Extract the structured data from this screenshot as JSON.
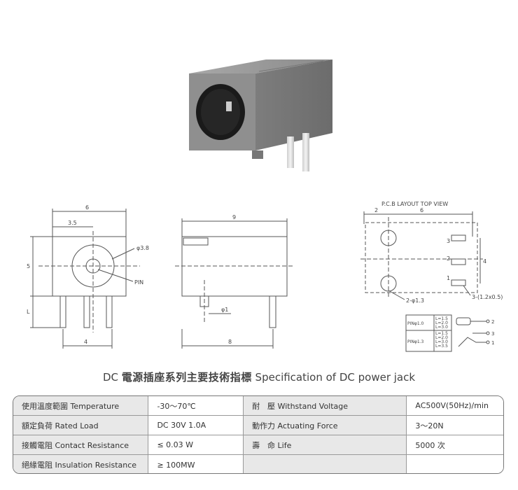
{
  "title": {
    "prefix": "DC",
    "chinese": "電源插座系列主要技術指標",
    "english": "Specification of DC power jack"
  },
  "drawing": {
    "front_view": {
      "dim_width": "6",
      "dim_offset": "3.5",
      "dim_height": "5",
      "dim_pin_length": "L",
      "dim_pin_span": "4",
      "hole_label": "φ3.8",
      "pin_label": "PIN"
    },
    "side_view": {
      "dim_length": "9",
      "dim_pin_dia": "φ1",
      "dim_bottom": "8"
    },
    "pcb": {
      "header": "P.C.B LAYOUT    TOP VIEW",
      "dim_left": "2",
      "dim_right": "6",
      "dim_height": "4",
      "holes_label": "2-φ1.3",
      "slots_label": "3-(1.2x0.5)",
      "pin_numbers": [
        "3",
        "2",
        "1"
      ]
    },
    "options": {
      "pin_a": "PINφ1.0",
      "pin_a_lengths": [
        "L=1.5",
        "L=2.0",
        "L=3.0"
      ],
      "pin_b": "PINφ1.3",
      "pin_b_lengths": [
        "L=1.5",
        "L=2.0",
        "L=3.0",
        "L=3.5"
      ],
      "terminals": [
        "2",
        "3",
        "1"
      ]
    }
  },
  "specs": [
    {
      "name": "使用溫度範圍 Temperature",
      "value": "-30～70℃",
      "name2": "耐　壓  Withstand Voltage",
      "value2": "AC500V(50Hz)/min"
    },
    {
      "name": "額定負荷  Rated Load",
      "value": "DC  30V  1.0A",
      "name2": "動作力  Actuating Force",
      "value2": "3～20N"
    },
    {
      "name": "接觸電阻  Contact Resistance",
      "value": "≤ 0.03 W",
      "name2": "壽　命  Life",
      "value2": "5000 次"
    },
    {
      "name": "絕緣電阻  Insulation Resistance",
      "value": "≥ 100MW",
      "name2": "",
      "value2": ""
    }
  ]
}
